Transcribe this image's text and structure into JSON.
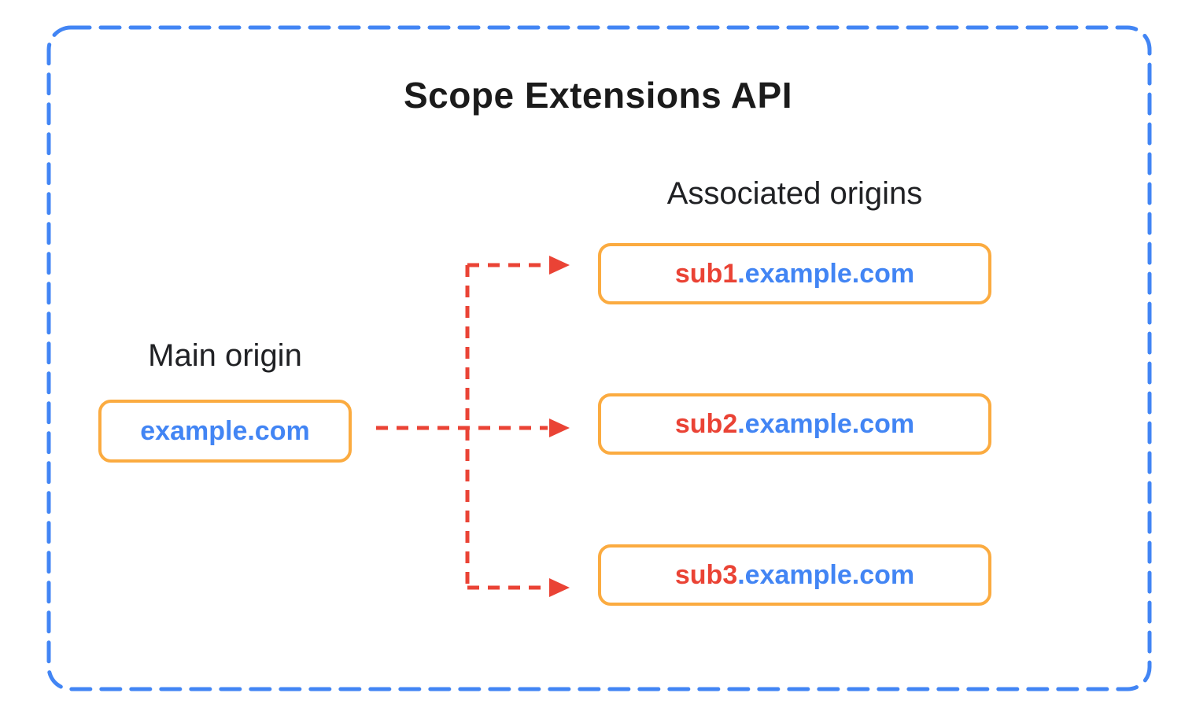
{
  "title": "Scope Extensions API",
  "main_origin": {
    "label": "Main origin",
    "domain": "example.com"
  },
  "associated_origins_label": "Associated origins",
  "associated_origins": [
    {
      "prefix": "sub1",
      "suffix": ".example.com"
    },
    {
      "prefix": "sub2",
      "suffix": ".example.com"
    },
    {
      "prefix": "sub3",
      "suffix": ".example.com"
    }
  ],
  "colors": {
    "outer_border_blue": "#4285F4",
    "domain_blue": "#4285F4",
    "subdomain_red": "#EA4335",
    "arrow_red": "#EA4335",
    "box_border_orange": "#FBAB40",
    "text_black": "#202124",
    "background": "#FFFFFF"
  }
}
